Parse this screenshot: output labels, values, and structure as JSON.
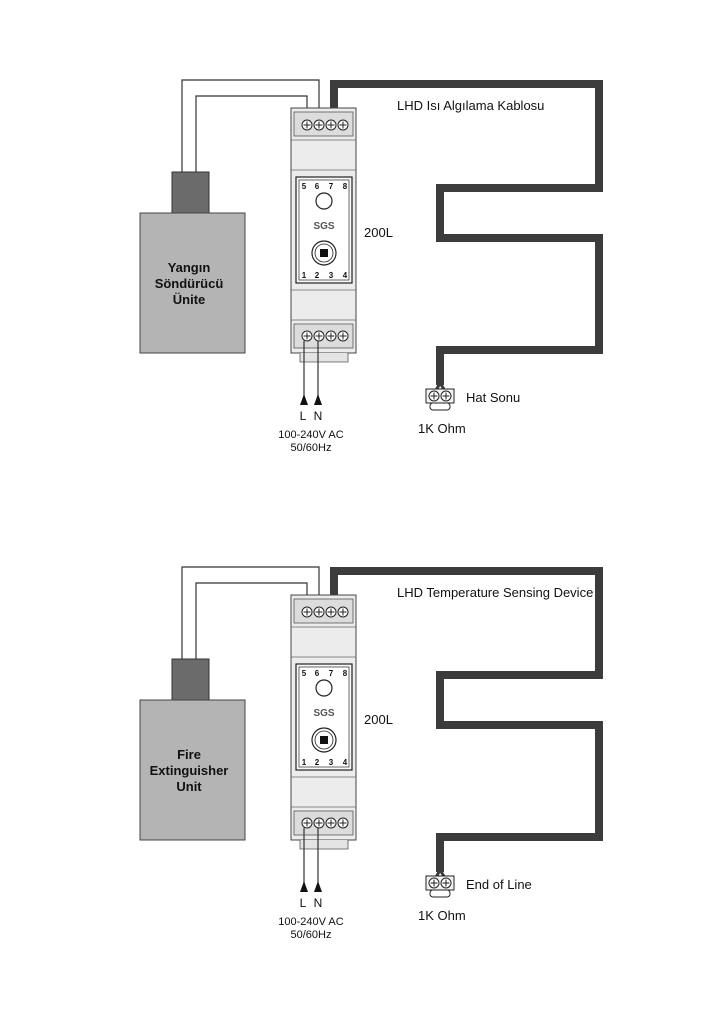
{
  "diagrams": [
    {
      "cable_label": "LHD Isı Algılama Kablosu",
      "unit_label": [
        "Yangın",
        "Söndürücü",
        "Ünite"
      ],
      "model_label": "200L",
      "brand": "SGS",
      "terminal_top_numbers": [
        "5",
        "6",
        "7",
        "8"
      ],
      "terminal_bottom_numbers": [
        "1",
        "2",
        "3",
        "4"
      ],
      "line_label": "L",
      "neutral_label": "N",
      "power_voltage": "100-240V AC",
      "power_frequency": "50/60Hz",
      "end_label": "Hat Sonu",
      "resistor_label": "1K Ohm"
    },
    {
      "cable_label": "LHD Temperature Sensing Device",
      "unit_label": [
        "Fire",
        "Extinguisher",
        "Unit"
      ],
      "model_label": "200L",
      "brand": "SGS",
      "terminal_top_numbers": [
        "5",
        "6",
        "7",
        "8"
      ],
      "terminal_bottom_numbers": [
        "1",
        "2",
        "3",
        "4"
      ],
      "line_label": "L",
      "neutral_label": "N",
      "power_voltage": "100-240V AC",
      "power_frequency": "50/60Hz",
      "end_label": "End of Line",
      "resistor_label": "1K Ohm"
    }
  ]
}
